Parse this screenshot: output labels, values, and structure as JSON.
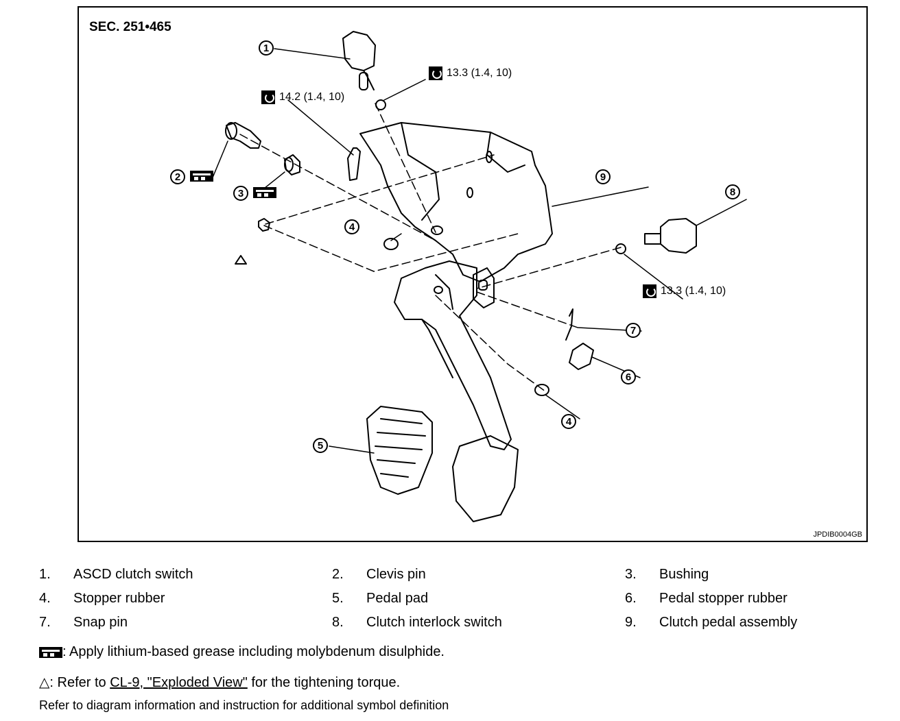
{
  "diagram": {
    "section_code": "SEC. 251•465",
    "figure_id": "JPDIB0004GB",
    "torque_top_right": "13.3 (1.4, 10)",
    "torque_top_left": "14.2 (1.4, 10)",
    "torque_right": "13.3 (1.4, 10)",
    "callouts": [
      "1",
      "2",
      "3",
      "4",
      "4",
      "5",
      "6",
      "7",
      "8",
      "9"
    ]
  },
  "legend": {
    "items": [
      {
        "num": "1.",
        "label": "ASCD clutch switch"
      },
      {
        "num": "2.",
        "label": "Clevis pin"
      },
      {
        "num": "3.",
        "label": "Bushing"
      },
      {
        "num": "4.",
        "label": "Stopper rubber"
      },
      {
        "num": "5.",
        "label": "Pedal pad"
      },
      {
        "num": "6.",
        "label": "Pedal stopper rubber"
      },
      {
        "num": "7.",
        "label": "Snap pin"
      },
      {
        "num": "8.",
        "label": "Clutch interlock switch"
      },
      {
        "num": "9.",
        "label": "Clutch pedal assembly"
      }
    ]
  },
  "notes": {
    "grease": ": Apply lithium-based grease including molybdenum disulphide.",
    "torque_prefix": ": Refer to ",
    "torque_link": "CL-9, \"Exploded View\"",
    "torque_suffix": " for the tightening torque.",
    "footer": "Refer to diagram information and instruction for additional symbol definition"
  }
}
